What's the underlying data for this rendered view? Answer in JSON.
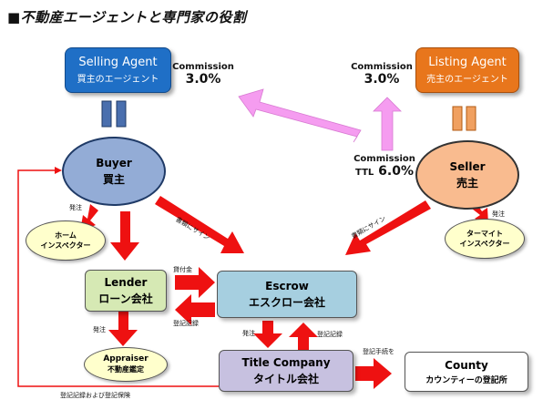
{
  "title": "■不動産エージェントと専門家の役割",
  "selling_agent": {
    "en": "Selling Agent",
    "ja": "買主のエージェント"
  },
  "listing_agent": {
    "en": "Listing Agent",
    "ja": "売主のエージェント"
  },
  "commission_label": "Commission",
  "commission_selling": "3.0%",
  "commission_listing": "3.0%",
  "commission_total_prefix": "TTL",
  "commission_total": "6.0%",
  "buyer": {
    "en": "Buyer",
    "ja": "買主"
  },
  "seller": {
    "en": "Seller",
    "ja": "売主"
  },
  "home_inspector": {
    "line1": "ホーム",
    "line2": "インスペクター"
  },
  "termite_inspector": {
    "line1": "ターマイト",
    "line2": "インスペクター"
  },
  "lender": {
    "en": "Lender",
    "ja": "ローン会社"
  },
  "escrow": {
    "en": "Escrow",
    "ja": "エスクロー会社"
  },
  "appraiser": {
    "en": "Appraiser",
    "ja": "不動産鑑定"
  },
  "title_company": {
    "en": "Title Company",
    "ja": "タイトル会社"
  },
  "county": {
    "en": "County",
    "ja": "カウンティーの登記所"
  },
  "labels": {
    "order_home": "発注",
    "order_termite": "発注",
    "order_appraiser": "発注",
    "order_title": "発注",
    "sign_buyer": "書類にサイン",
    "sign_seller": "書類にサイン",
    "loan_funds": "貸付金",
    "registration_docs": "登記記録",
    "registration_docs_2": "登記記録",
    "recording_procedure": "登記手続を",
    "recording_and_insurance": "登記記録および登記保険"
  },
  "colors": {
    "agent_blue": "#1f6fc6",
    "agent_orange": "#e8761c",
    "buyer_fill": "#93acd6",
    "seller_fill": "#f9bb8f",
    "lender_fill": "#d6e9b4",
    "escrow_fill": "#a6cfe0",
    "title_fill": "#c7c1e0",
    "red_arrow": "#ee1111",
    "pink_arrow": "#f59cf0"
  }
}
